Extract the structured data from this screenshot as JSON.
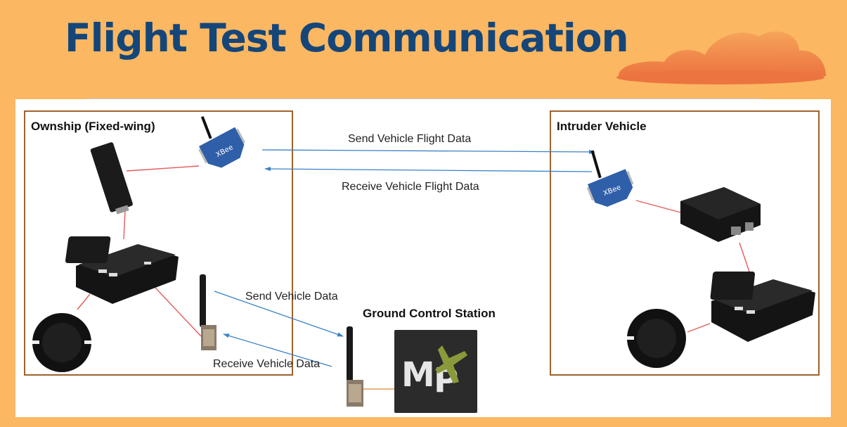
{
  "slide": {
    "title": "Flight Test Communication"
  },
  "ownship": {
    "title": "Ownship (Fixed-wing)"
  },
  "intruder": {
    "title": "Intruder Vehicle"
  },
  "ground_station": {
    "title": "Ground Control Station"
  },
  "links": {
    "send_flight_data": "Send Vehicle Flight Data",
    "receive_flight_data": "Receive Vehicle Flight Data",
    "send_vehicle_data": "Send Vehicle Data",
    "receive_vehicle_data": "Receive Vehicle Data"
  },
  "colors": {
    "background": "#fbb761",
    "title": "#154679",
    "box_border": "#a0632a",
    "arrow": "#3b82c4",
    "wire": "#e55a5a"
  }
}
